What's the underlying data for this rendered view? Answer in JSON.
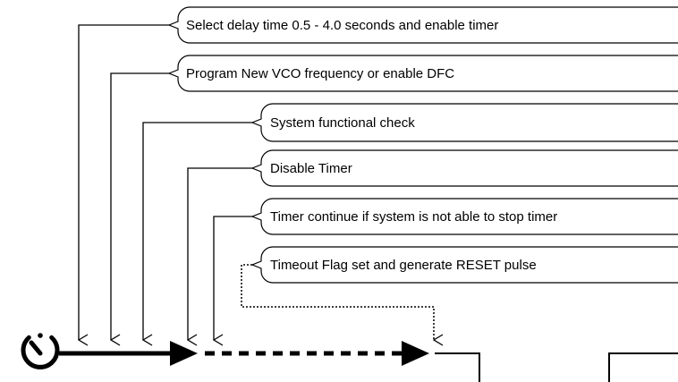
{
  "steps": [
    {
      "label": "Select delay time 0.5 - 4.0 seconds and enable timer",
      "connector": "solid"
    },
    {
      "label": "Program New VCO frequency or enable DFC",
      "connector": "solid"
    },
    {
      "label": "System functional check",
      "connector": "solid"
    },
    {
      "label": "Disable Timer",
      "connector": "solid"
    },
    {
      "label": "Timer continue if system is not able to stop timer",
      "connector": "solid"
    },
    {
      "label": "Timeout Flag set and generate RESET pulse",
      "connector": "dotted"
    }
  ],
  "icons": {
    "timer": "stopwatch-icon"
  },
  "colors": {
    "stroke": "#000000",
    "background": "#ffffff"
  }
}
